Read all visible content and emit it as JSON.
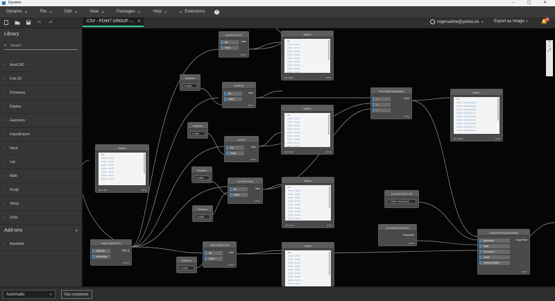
{
  "window": {
    "title": "Dynamo",
    "controls": "–  ▢  ✕"
  },
  "menu": [
    {
      "label": "Dynamo",
      "caret": "▼"
    },
    {
      "label": "File",
      "caret": "▼"
    },
    {
      "label": "Edit",
      "caret": "▼"
    },
    {
      "label": "View",
      "caret": "▼"
    },
    {
      "label": "Packages",
      "caret": "▼"
    },
    {
      "label": "Help",
      "caret": "▼"
    },
    {
      "label": "Extensions",
      "caret": "⚙"
    }
  ],
  "help_icon": "?",
  "tab": {
    "label": "CSV - POINT GROUP -...",
    "close": "✕"
  },
  "user": {
    "email": "rogersalme@yahoo.es",
    "caret": "▼"
  },
  "export": {
    "label": "Export as Image",
    "caret": "▼"
  },
  "notifications": {
    "icon": "🔔",
    "count": "1"
  },
  "library": {
    "title": "Library",
    "search_placeholder": "Search",
    "items": [
      {
        "label": "AutoCAD",
        "chev": "›"
      },
      {
        "label": "Civil 3D",
        "chev": "›"
      },
      {
        "label": "Dictionary",
        "chev": "›"
      },
      {
        "label": "Display",
        "chev": "›"
      },
      {
        "label": "Geometry",
        "chev": "›"
      },
      {
        "label": "ImportExport",
        "chev": "›"
      },
      {
        "label": "Input",
        "chev": "›"
      },
      {
        "label": "List",
        "chev": "›"
      },
      {
        "label": "Math",
        "chev": "›"
      },
      {
        "label": "Script",
        "chev": "›"
      },
      {
        "label": "String",
        "chev": "›"
      },
      {
        "label": "Units",
        "chev": "›"
      }
    ],
    "addons_title": "Add-ons",
    "addons_plus": "+",
    "addons_items": [
      {
        "label": "Autodesk",
        "chev": "›"
      }
    ]
  },
  "nodes": {
    "num_punto": {
      "title": "NUM.PUNTO",
      "in1": "list",
      "in2": "index",
      "out": "item",
      "foot": "AUTO"
    },
    "norte": {
      "title": "NORTE",
      "in1": "list",
      "in2": "index",
      "out": "item",
      "foot": "AUTO"
    },
    "este": {
      "title": "ESTE",
      "in1": "list",
      "in2": "index",
      "out": "item",
      "foot": "AUTO"
    },
    "elevacion": {
      "title": "ELEVACION",
      "in1": "list",
      "in2": "index",
      "out": "item",
      "foot": "AUTO"
    },
    "descripcion": {
      "title": "DESCRIPCION",
      "in1": "list",
      "in2": "index",
      "out": "item",
      "foot": "AUTO"
    },
    "number1": {
      "title": "Number",
      "value": "0.000"
    },
    "number2": {
      "title": "Number",
      "value": "1.000"
    },
    "number3": {
      "title": "Number",
      "value": "2.000"
    },
    "number4": {
      "title": "Number",
      "value": "3.000"
    },
    "number5": {
      "title": "Number",
      "value": "4.000"
    },
    "data_import": {
      "title": "Data.ImportCSV",
      "in1": "filePath",
      "in2": "transpose",
      "out": "var[]..[]",
      "foot": "AUTO"
    },
    "point_by_coords": {
      "title": "Point.ByCoordinates",
      "in1": "x",
      "in2": "y",
      "in3": "z",
      "out": "Point",
      "foot": "AUTO"
    },
    "layer_name": {
      "title": "LAYER PUNTOS",
      "value": "TOPO PUNTOS"
    },
    "document_current": {
      "title": "Document.Current",
      "out": "Document",
      "foot": "AUTO"
    },
    "cogo_point": {
      "title": "CogoPoint.ByGeometry",
      "ins": [
        "geometry",
        "layer",
        "document",
        "name",
        "rawDescription"
      ],
      "out": "CogoPoint",
      "foot": "AUTO"
    },
    "watch_main": {
      "title": "Watch",
      "head": "List",
      "foot_l": "@L2 @L1",
      "foot_r": "{101}"
    },
    "watch1": {
      "title": "Watch",
      "head": "List",
      "foot_l": "@L2 @L1",
      "foot_r": "{101}"
    },
    "watch2": {
      "title": "Watch",
      "head": "List",
      "foot_l": "@L2 @L1",
      "foot_r": "{101}"
    },
    "watch3": {
      "title": "Watch",
      "head": "List",
      "foot_l": "@L2 @L1",
      "foot_r": "{101}"
    },
    "watch4": {
      "title": "Watch",
      "head": "List",
      "foot_l": "@L2 @L1",
      "foot_r": "{101}"
    },
    "watch_points": {
      "title": "Watch",
      "head": "List",
      "foot_l": "@L2 @L1",
      "foot_r": "{101}"
    },
    "watch5": {
      "title": "Watch",
      "head": "List"
    }
  },
  "zoom": {
    "zoom_in": "+",
    "zoom_out": "−",
    "fit": "⤢"
  },
  "status": {
    "run_mode": "Automatic",
    "run_caret": "▼",
    "run_status": "Run completed."
  }
}
